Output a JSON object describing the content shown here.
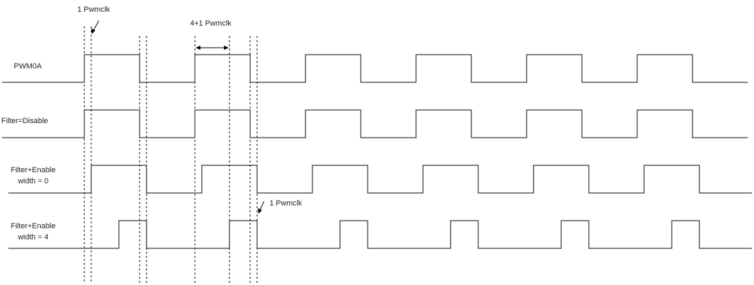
{
  "colors": {
    "line": "#000000",
    "text": "#222222",
    "background": "#ffffff"
  },
  "signals": [
    {
      "label_lines": [
        "PWM0A"
      ]
    },
    {
      "label_lines": [
        "Filter=Disable"
      ]
    },
    {
      "label_lines": [
        "Filter+Enable",
        "width = 0"
      ]
    },
    {
      "label_lines": [
        "Filter+Enable",
        "width = 4"
      ]
    }
  ],
  "annotations": {
    "top_clk": "1 Pwmclk",
    "span_clk": "4+1 Pwmclk",
    "mid_clk": "1 Pwmclk"
  }
}
